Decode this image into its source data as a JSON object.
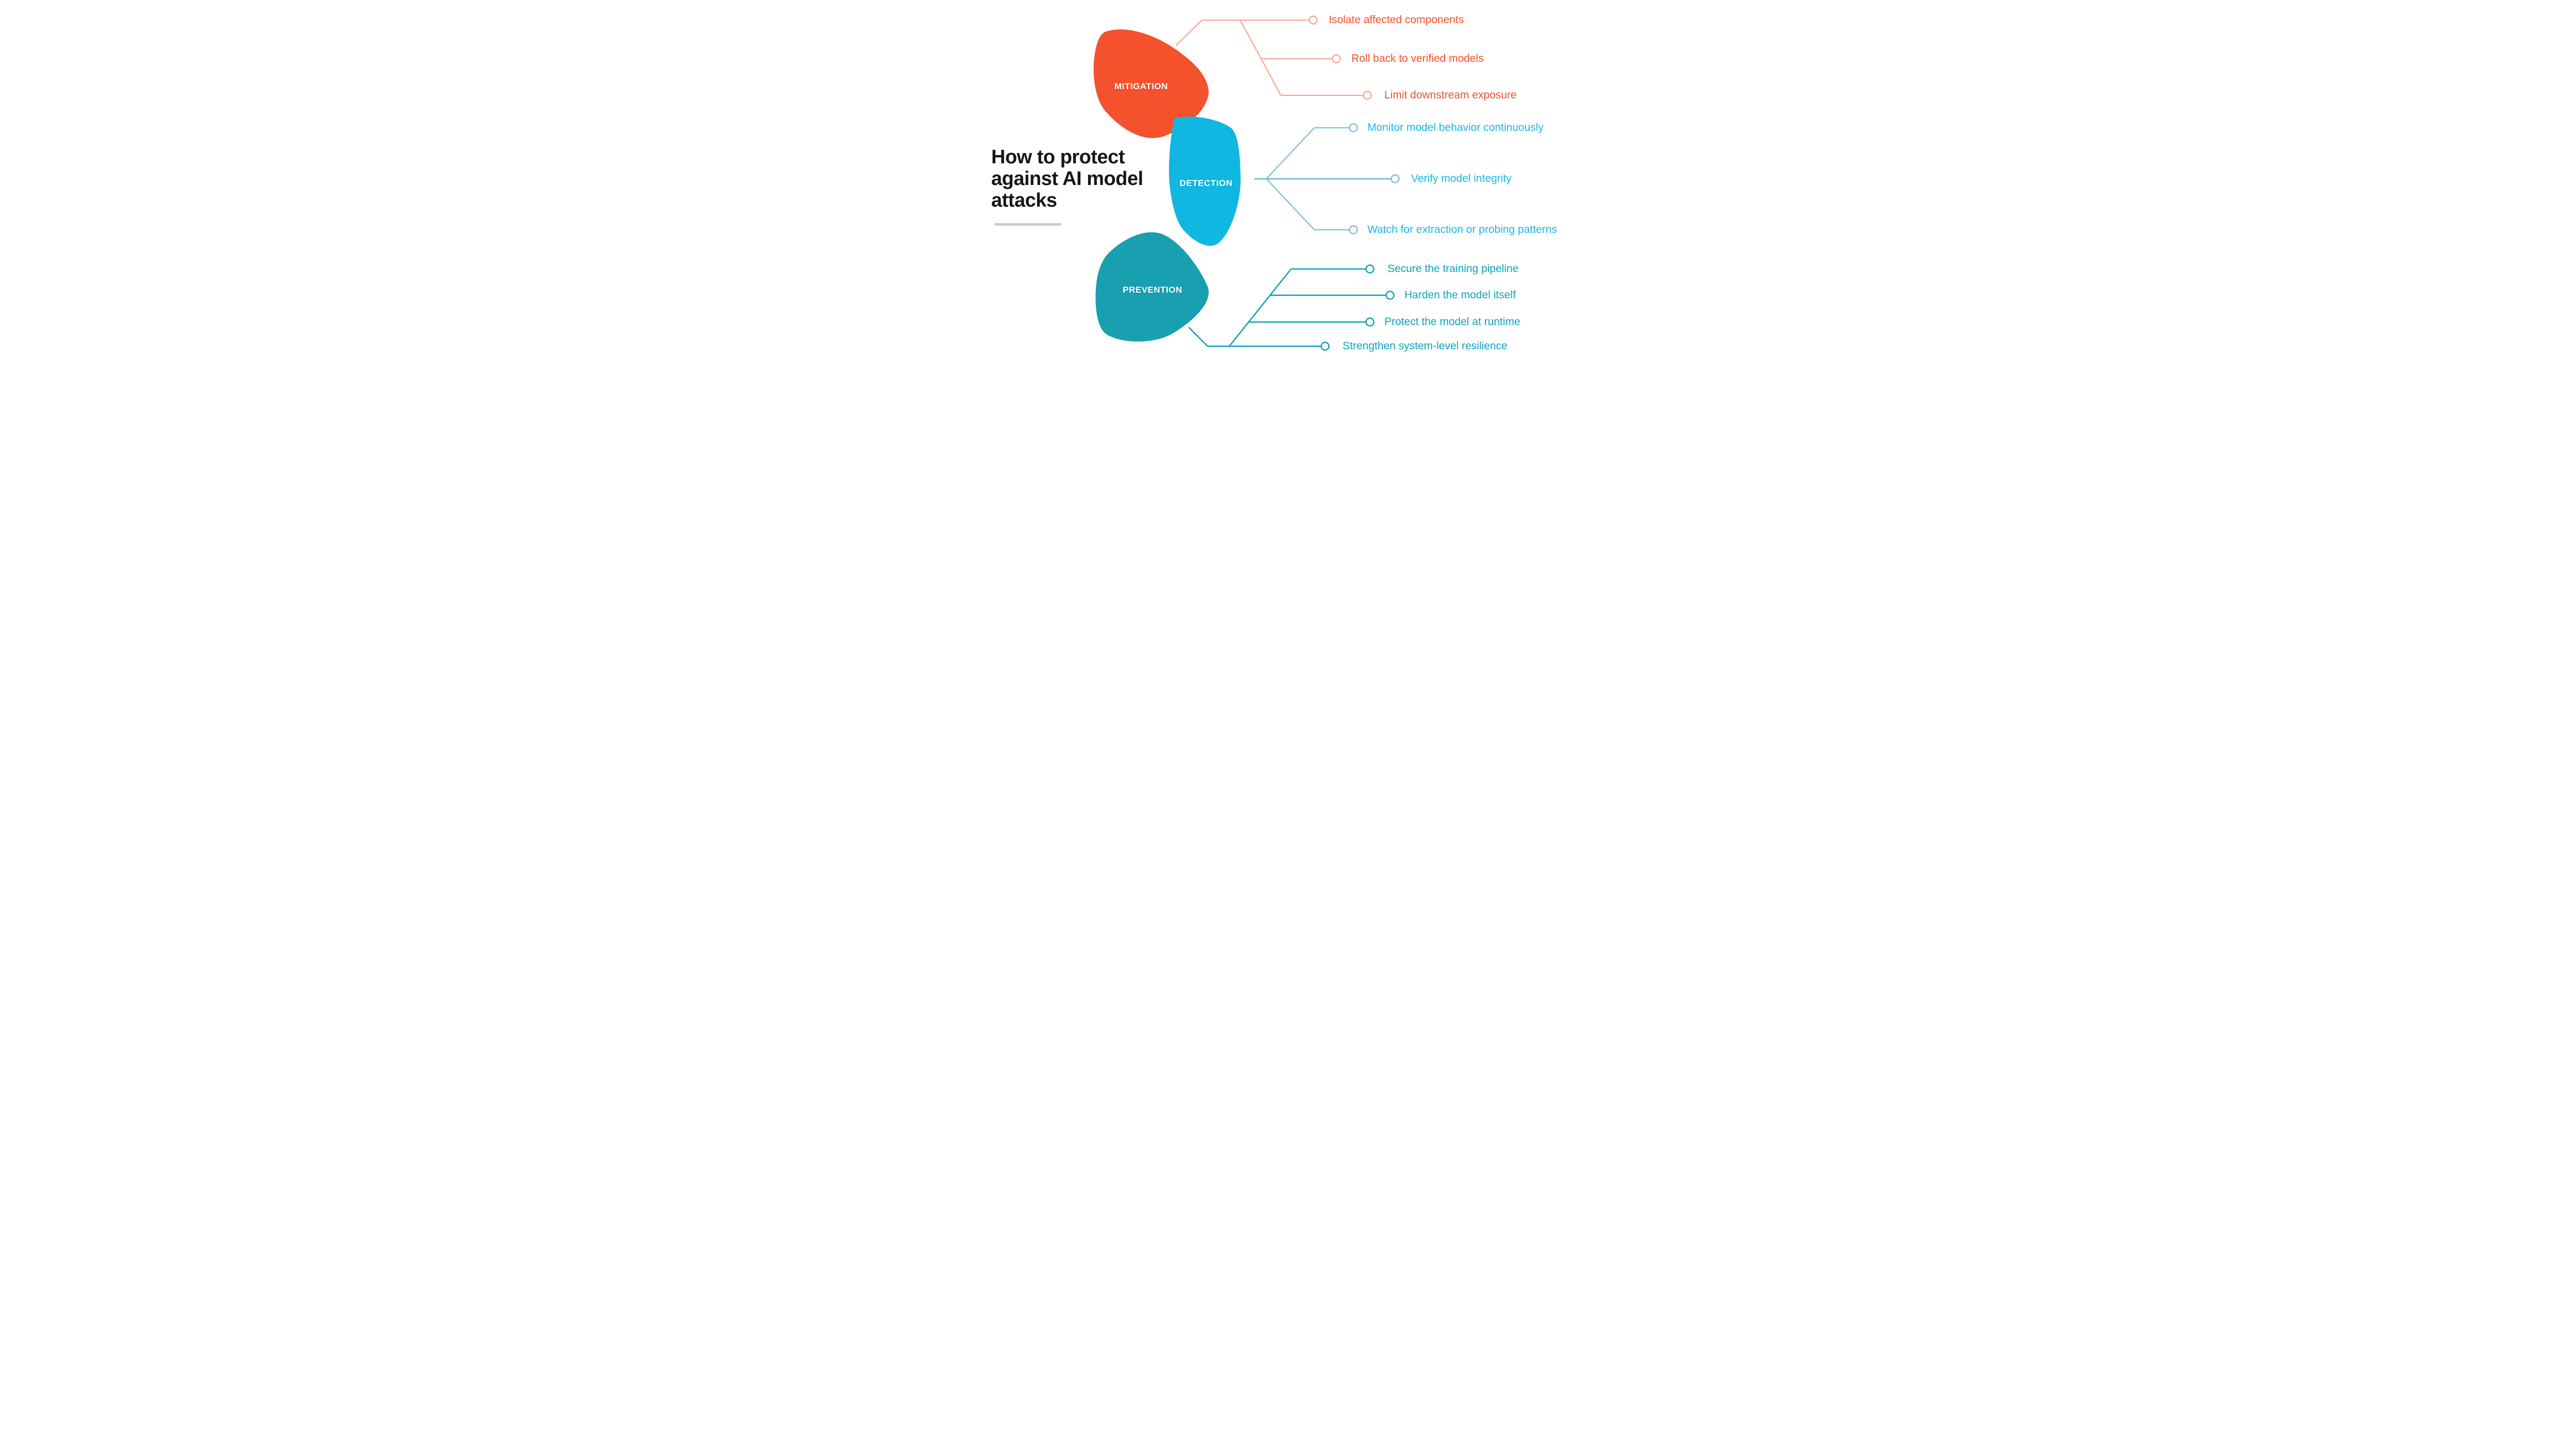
{
  "title": {
    "lines": [
      "How to protect",
      "against AI model",
      "attacks"
    ]
  },
  "colors": {
    "background": "#FFFFFF",
    "title-text": "#161616",
    "underline": "#CBCBCB",
    "mitigation-blob": "#F4512C",
    "mitigation-line": "#F7A692",
    "mitigation-text": "#F4502C",
    "detection-blob": "#10B7E1",
    "detection-line": "#7EBED3",
    "detection-text": "#17B9E8",
    "prevention-blob": "#189FB0",
    "prevention-line": "#0B9FB8",
    "prevention-text": "#10A3C0",
    "category-label-text": "#FFFFFF"
  },
  "categories": [
    {
      "id": "mitigation",
      "label": "MITIGATION",
      "items": [
        "Isolate affected components",
        "Roll back to verified models",
        "Limit downstream exposure"
      ]
    },
    {
      "id": "detection",
      "label": "DETECTION",
      "items": [
        "Monitor model behavior continuously",
        "Verify model integrity",
        "Watch for extraction or probing patterns"
      ]
    },
    {
      "id": "prevention",
      "label": "PREVENTION",
      "items": [
        "Secure the training pipeline",
        "Harden the model itself",
        "Protect the model at runtime",
        "Strengthen system-level resilience"
      ]
    }
  ]
}
